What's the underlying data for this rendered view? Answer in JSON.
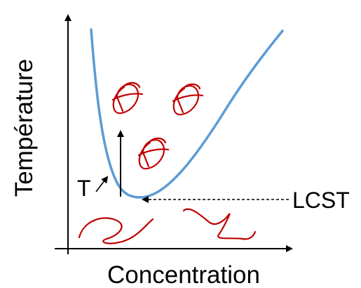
{
  "axes": {
    "x_label": "Concentration",
    "y_label": "Température"
  },
  "annotations": {
    "lcst_label": "LCST",
    "temperature_symbol": "T"
  },
  "colors": {
    "curve": "#5b9bd5",
    "polymer": "#c00000",
    "axis": "#000000",
    "background": "#ffffff"
  },
  "icons": {
    "globule": "collapsed-polymer-coil",
    "chain": "extended-polymer-chain"
  }
}
